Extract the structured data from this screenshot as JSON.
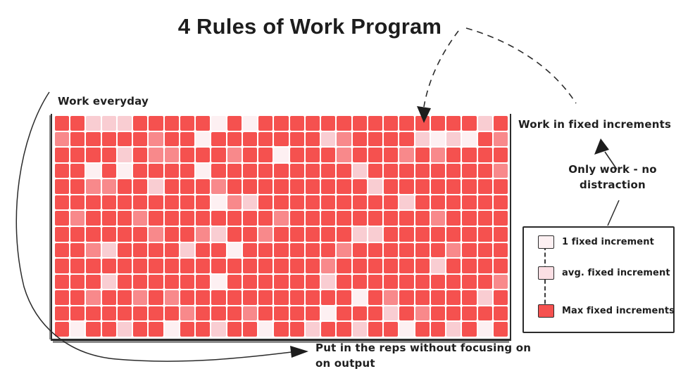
{
  "title": "4 Rules of Work Program",
  "annotations": {
    "work_everyday": "Work everyday",
    "fixed_increments": "Work in fixed increments",
    "only_work_line1": "Only work - no",
    "only_work_line2": "distraction",
    "reps_line1": "Put in the reps without focusing on",
    "reps_line2": "on output"
  },
  "legend": {
    "items": [
      {
        "label": "1 fixed increment",
        "color": "#fdf0f2"
      },
      {
        "label": "avg. fixed increment",
        "color": "#fbdfe4"
      },
      {
        "label": "Max fixed increments",
        "color": "#f5514f"
      }
    ]
  },
  "heatmap": {
    "columns": 29,
    "rows_count": 14,
    "levels": {
      "0": "#fdf0f2",
      "1": "#f9cdd2",
      "2": "#f8898b",
      "3": "#f5514f"
    },
    "rows": [
      "33111333330303333333333333313",
      "23333323303333333123333101032",
      "33331322333233033323332323333",
      "33030333303333333331333333332",
      "33223313332333333333133333333",
      "33333333330213333333331333333",
      "32333233333333233333333323333",
      "33333323321332333331133333333",
      "33213333133033333323333332333",
      "33333333333333333233333313333",
      "33313333330333333133333333332",
      "33233232333333333330323333313",
      "33333333233323333033313233333",
      "30331330331330331331330331303"
    ]
  },
  "colors": {
    "ink": "#2b2b2b",
    "background": "#ffffff",
    "frame": "#2c2c2c",
    "max_red": "#f5514f"
  }
}
